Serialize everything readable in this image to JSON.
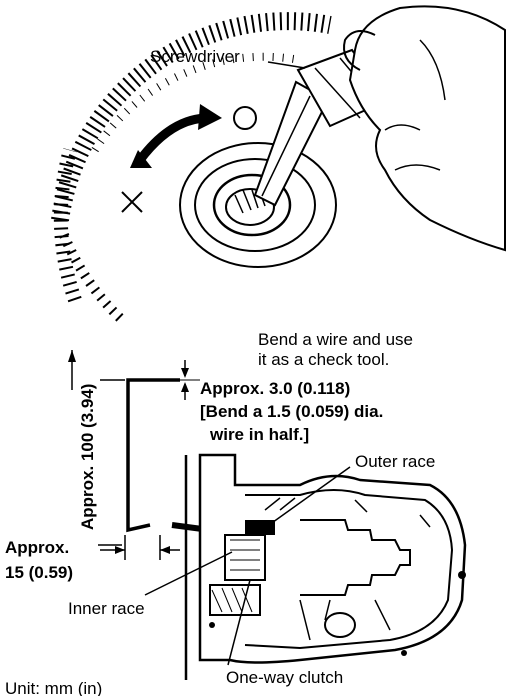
{
  "upper_figure": {
    "screwdriver_label": "Screwdriver",
    "ng_mark": "✕",
    "ok_mark": "○"
  },
  "lower_figure": {
    "note_line1": "Bend a wire and use",
    "note_line2": "it as a check tool.",
    "thickness_label": "Approx. 3.0 (0.118)",
    "bend_note_line1": "[Bend a 1.5 (0.059) dia.",
    "bend_note_line2": "wire in half.]",
    "height_label": "Approx. 100 (3.94)",
    "width_label_line1": "Approx.",
    "width_label_line2": "15 (0.59)",
    "outer_race_label": "Outer race",
    "inner_race_label": "Inner race",
    "clutch_label": "One-way clutch"
  },
  "unit_label": "Unit: mm (in)"
}
